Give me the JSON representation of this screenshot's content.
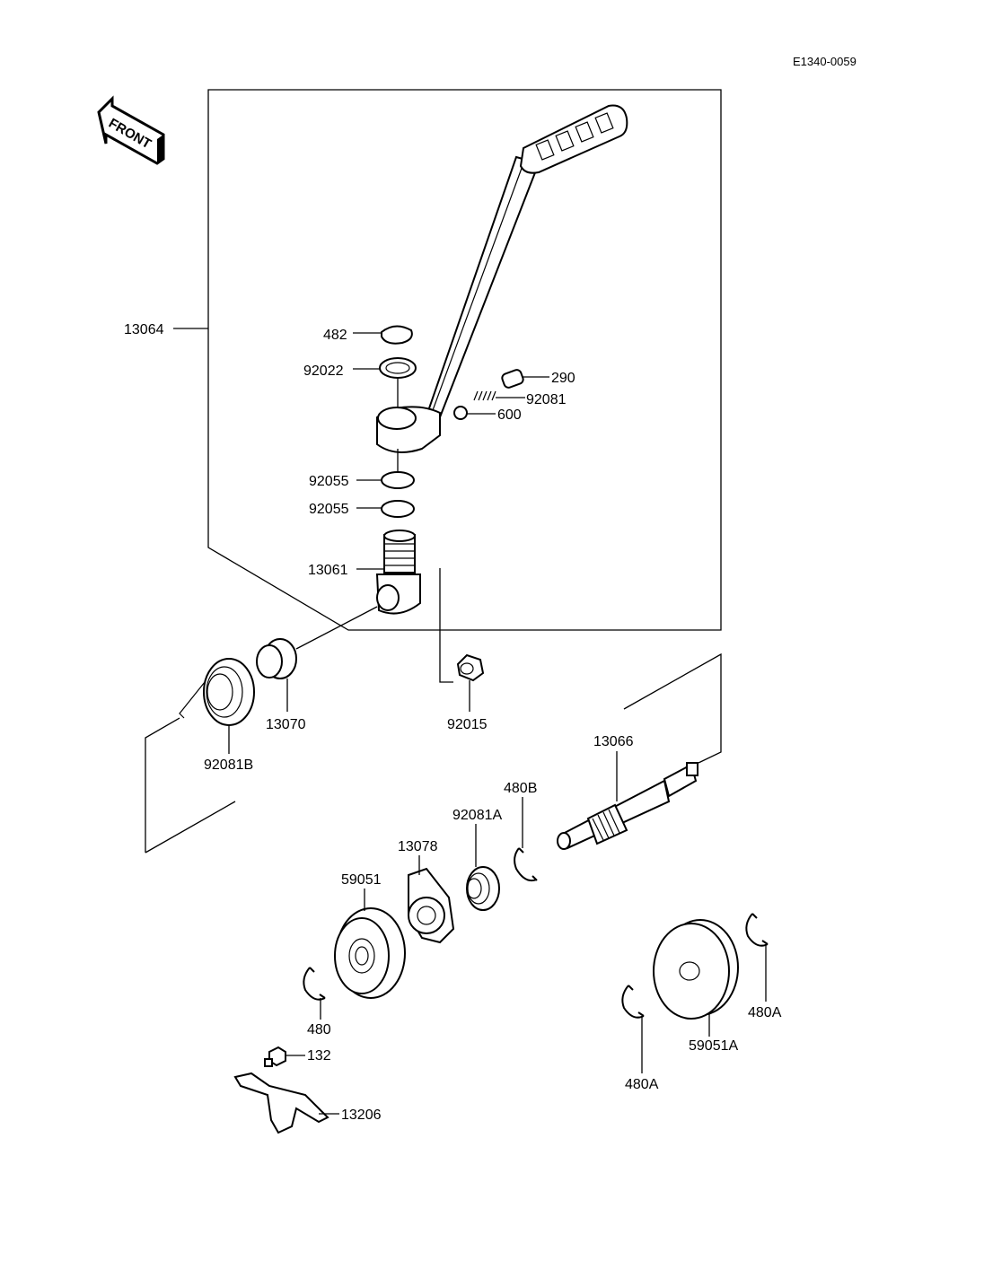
{
  "diagram_code": "E1340-0059",
  "front_label": "FRONT",
  "parts": {
    "p13064": "13064",
    "p482": "482",
    "p92022": "92022",
    "p290": "290",
    "p92081": "92081",
    "p600": "600",
    "p92055a": "92055",
    "p92055b": "92055",
    "p13061": "13061",
    "p13070": "13070",
    "p92015": "92015",
    "p92081B": "92081B",
    "p13066": "13066",
    "p480B": "480B",
    "p92081A": "92081A",
    "p13078": "13078",
    "p59051": "59051",
    "p480": "480",
    "p132": "132",
    "p13206": "13206",
    "p480A_right": "480A",
    "p480A_bottom": "480A",
    "p59051A": "59051A"
  }
}
